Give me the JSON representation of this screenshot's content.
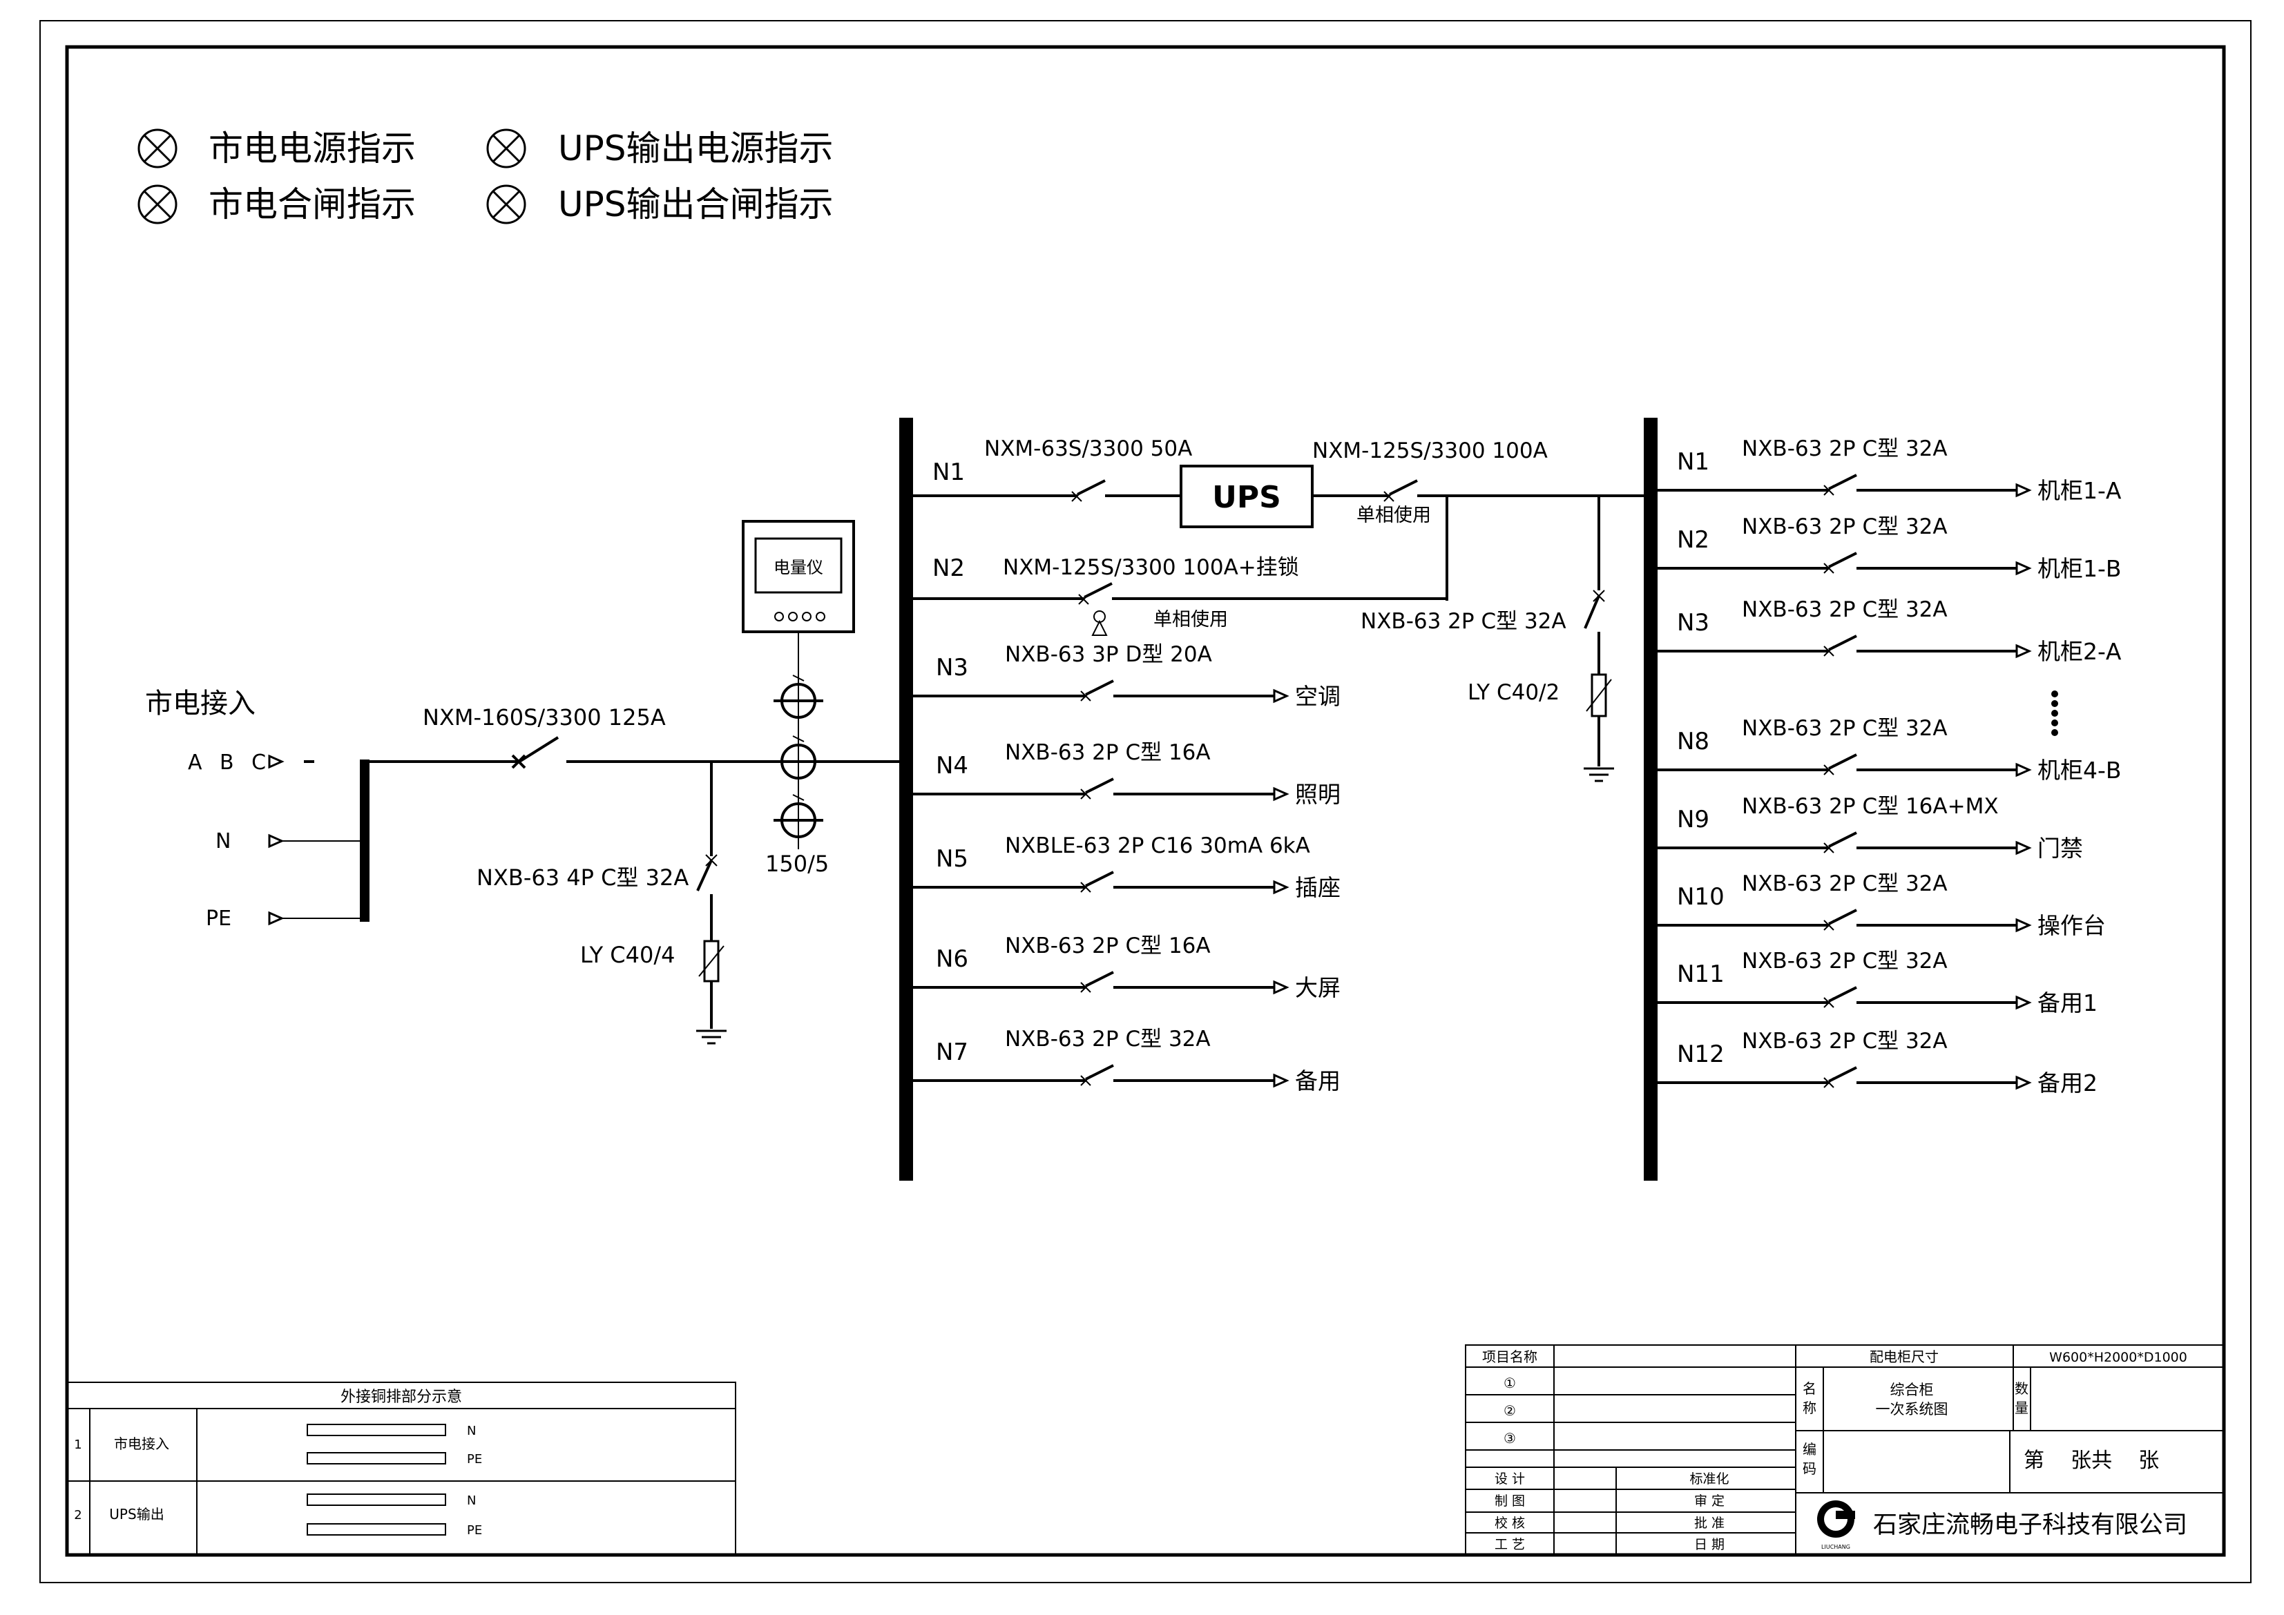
{
  "legend": [
    {
      "label": "市电电源指示"
    },
    {
      "label": "UPS输出电源指示"
    },
    {
      "label": "市电合闸指示"
    },
    {
      "label": "UPS输出合闸指示"
    }
  ],
  "input": {
    "title": "市电接入",
    "phase_abc": "A B C",
    "n": "N",
    "pe": "PE",
    "main_breaker": "NXM-160S/3300 125A",
    "spd_breaker": "NXB-63 4P C型 32A",
    "spd": "LY C40/4",
    "meter": "电量仪",
    "ct": "150/5"
  },
  "left_circuits": [
    {
      "id": "N1",
      "breaker": "NXM-63S/3300 50A",
      "load": ""
    },
    {
      "id": "N2",
      "breaker": "NXM-125S/3300 100A+挂锁",
      "load": "",
      "note": "单相使用"
    },
    {
      "id": "N3",
      "breaker": "NXB-63 3P D型 20A",
      "load": "空调"
    },
    {
      "id": "N4",
      "breaker": "NXB-63 2P C型 16A",
      "load": "照明"
    },
    {
      "id": "N5",
      "breaker": "NXBLE-63 2P C16 30mA 6kA",
      "load": "插座"
    },
    {
      "id": "N6",
      "breaker": "NXB-63 2P C型 16A",
      "load": "大屏"
    },
    {
      "id": "N7",
      "breaker": "NXB-63 2P C型 32A",
      "load": "备用"
    }
  ],
  "ups": {
    "label": "UPS",
    "out_breaker": "NXM-125S/3300 100A",
    "out_note": "单相使用",
    "spd_breaker": "NXB-63 2P C型 32A",
    "spd": "LY C40/2"
  },
  "right_circuits": [
    {
      "id": "N1",
      "breaker": "NXB-63 2P C型 32A",
      "load": "机柜1-A"
    },
    {
      "id": "N2",
      "breaker": "NXB-63 2P C型 32A",
      "load": "机柜1-B"
    },
    {
      "id": "N3",
      "breaker": "NXB-63 2P C型 32A",
      "load": "机柜2-A"
    },
    {
      "id": "N8",
      "breaker": "NXB-63 2P C型 32A",
      "load": "机柜4-B"
    },
    {
      "id": "N9",
      "breaker": "NXB-63 2P C型 16A+MX",
      "load": "门禁"
    },
    {
      "id": "N10",
      "breaker": "NXB-63 2P C型 32A",
      "load": "操作台"
    },
    {
      "id": "N11",
      "breaker": "NXB-63 2P C型 32A",
      "load": "备用1"
    },
    {
      "id": "N12",
      "breaker": "NXB-63 2P C型 32A",
      "load": "备用2"
    }
  ],
  "copper_table": {
    "title": "外接铜排部分示意",
    "rows": [
      {
        "no": "1",
        "name": "市电接入",
        "bars": [
          "N",
          "PE"
        ]
      },
      {
        "no": "2",
        "name": "UPS输出",
        "bars": [
          "N",
          "PE"
        ]
      }
    ]
  },
  "title_block": {
    "project_name_label": "项目名称",
    "items": [
      "①",
      "②",
      "③"
    ],
    "cabinet_size_label": "配电柜尺寸",
    "cabinet_size": "W600*H2000*D1000",
    "name_label_1": "名",
    "name_label_2": "称",
    "name_line1": "综合柜",
    "name_line2": "一次系统图",
    "qty_label_1": "数",
    "qty_label_2": "量",
    "code_label_1": "编",
    "code_label_2": "码",
    "sheet": "第    张共    张",
    "roles_left": [
      "设  计",
      "制  图",
      "校  核",
      "工  艺"
    ],
    "roles_mid": [
      "标准化",
      "审  定",
      "批  准",
      "日  期"
    ],
    "company": "石家庄流畅电子科技有限公司",
    "logo_caption": "LIUCHANG"
  }
}
